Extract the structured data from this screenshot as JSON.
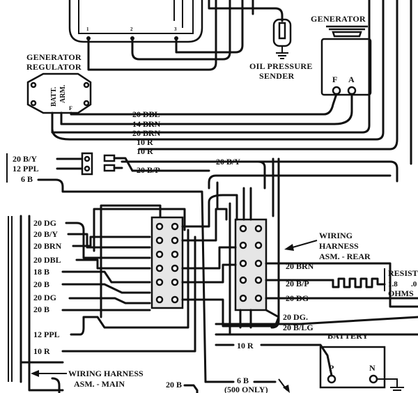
{
  "components": {
    "generator_regulator": {
      "title_line1": "GENERATOR",
      "title_line2": "REGULATOR",
      "terminal_batt": "BATT.",
      "terminal_arm": "ARM.",
      "terminal_f": "F"
    },
    "generator": {
      "title": "GENERATOR",
      "terminal_f": "F",
      "terminal_a": "A"
    },
    "oil_pressure_sender": {
      "title_line1": "OIL PRESSURE",
      "title_line2": "SENDER"
    },
    "battery": {
      "title": "BATTERY",
      "terminal_p": "P",
      "terminal_n": "N"
    },
    "resistor": {
      "title": "RESIST",
      "value": "1.8",
      "extra": ".0",
      "unit": "OHMS"
    },
    "instrument_pins": [
      "1",
      "2",
      "3"
    ]
  },
  "harness": {
    "rear_line1": "WIRING",
    "rear_line2": "HARNESS",
    "rear_line3": "ASM. - REAR",
    "main_line1": "WIRING HARNESS",
    "main_line2": "ASM. - MAIN"
  },
  "wire_labels": {
    "dbl_20_top": "20 DBL",
    "brn_14": "14 BRN",
    "brn_20_top": "20 BRN",
    "r_10_a": "10 R",
    "r_10_b": "10 R",
    "by_20_right": "20 B/Y",
    "bp_20_mid": "20 B/P",
    "by_20_left": "20 B/Y",
    "ppl_12_left": "12 PPL",
    "b_6_left": "6 B",
    "dg_20_left": "20 DG",
    "by_20_left2": "20 B/Y",
    "brn_20_left": "20 BRN",
    "dbl_20_left": "20 DBL",
    "b_18_left": "18 B",
    "b_20_left": "20 B",
    "dg_20_left2": "20 DG",
    "b_20_left2": "20 B",
    "ppl_12_lower": "12 PPL",
    "r_10_lower": "10 R",
    "brn_20_rear": "20 BRN",
    "bp_20_rear": "20 B/P",
    "dg_20_rear": "20 DG",
    "dg_20_rear2": "20 DG.",
    "blg_20_rear": "20 B/LG",
    "r_10_battery": "10 R",
    "b_6_bottom": "6 B",
    "only_500": "(500 ONLY)",
    "b_20_bottom": "20 B"
  }
}
